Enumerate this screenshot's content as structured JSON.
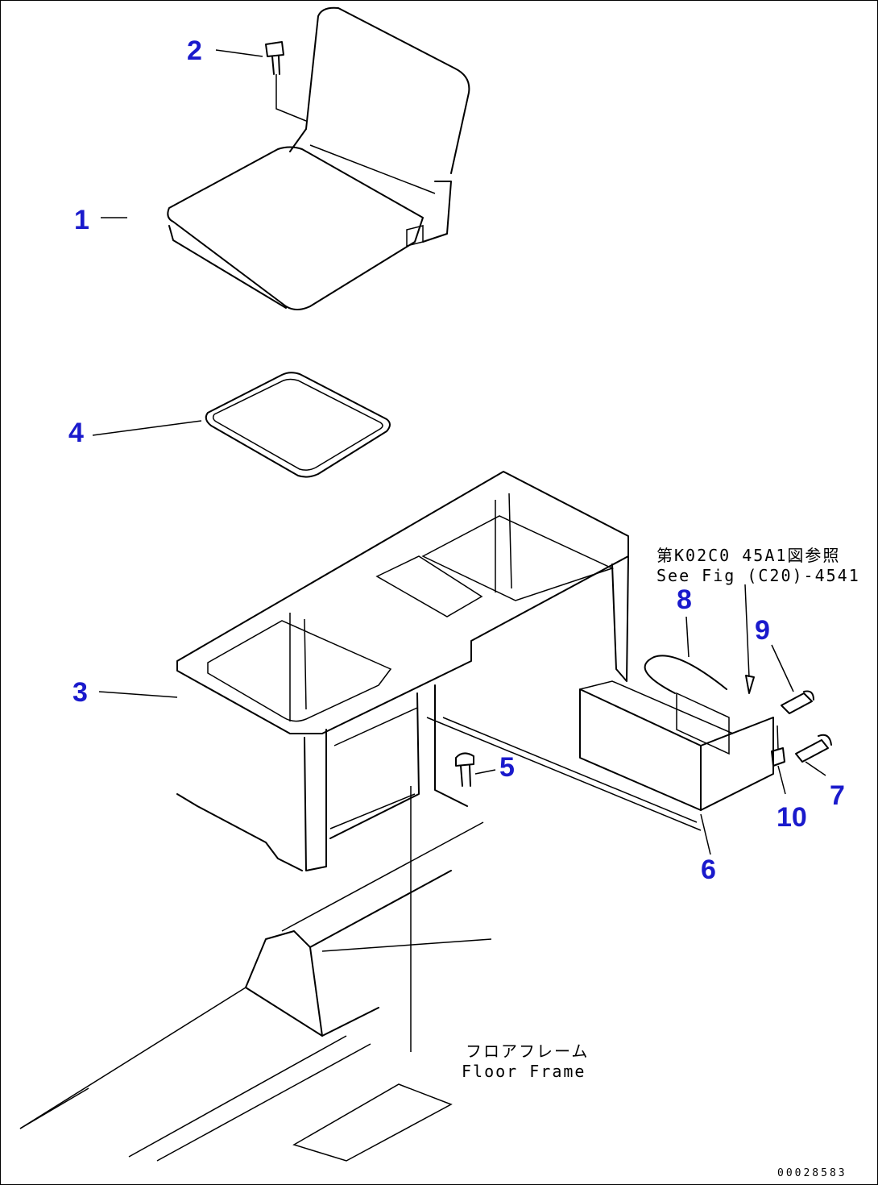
{
  "callouts": [
    {
      "id": "1",
      "label": "1"
    },
    {
      "id": "2",
      "label": "2"
    },
    {
      "id": "3",
      "label": "3"
    },
    {
      "id": "4",
      "label": "4"
    },
    {
      "id": "5",
      "label": "5"
    },
    {
      "id": "6",
      "label": "6"
    },
    {
      "id": "7",
      "label": "7"
    },
    {
      "id": "8",
      "label": "8"
    },
    {
      "id": "9",
      "label": "9"
    },
    {
      "id": "10",
      "label": "10"
    }
  ],
  "notes": {
    "ref_jp": "第K02C0 45A1図参照",
    "ref_en": "See Fig (C20)-4541",
    "floor_jp": "フロアフレーム",
    "floor_en": "Floor Frame"
  },
  "drawing_number": "00028583",
  "colors": {
    "callout": "#1a1acc",
    "line": "#000000"
  }
}
